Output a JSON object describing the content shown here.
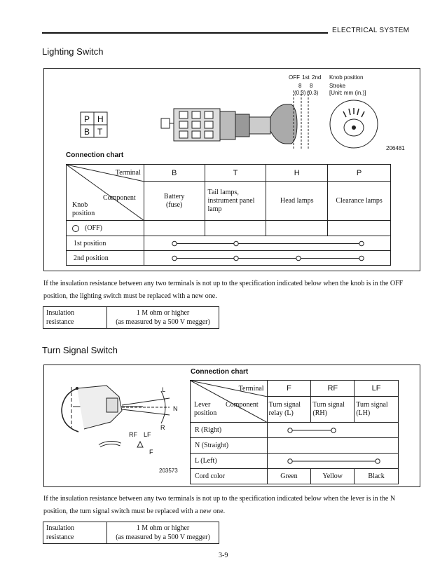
{
  "header": {
    "section": "ELECTRICAL SYSTEM"
  },
  "lighting": {
    "title": "Lighting Switch",
    "figure": {
      "terminal_grid": [
        "P",
        "H",
        "B",
        "T"
      ],
      "positions_label": [
        "OFF",
        "1st",
        "2nd"
      ],
      "knob_label": "Knob position",
      "stroke_values": [
        "8",
        "8"
      ],
      "stroke_values_in": [
        "(0.3)",
        "(0.3)"
      ],
      "stroke_label": "Stroke",
      "unit_label": "[Unit:  mm (in.)]",
      "fig_number": "206481"
    },
    "chart": {
      "title": "Connection chart",
      "corner": {
        "terminal": "Terminal",
        "component": "Component",
        "knob": "Knob",
        "position": "position"
      },
      "terminals": [
        "B",
        "T",
        "H",
        "P"
      ],
      "components": [
        "Battery\n(fuse)",
        "Tail lamps,\ninstrument panel\nlamp",
        "Head lamps",
        "Clearance lamps"
      ],
      "rows": [
        {
          "label": "(OFF)",
          "connections": []
        },
        {
          "label": "1st position",
          "connections": [
            "B",
            "T",
            "P"
          ]
        },
        {
          "label": "2nd position",
          "connections": [
            "B",
            "T",
            "H",
            "P"
          ]
        }
      ]
    },
    "note": "If the insulation resistance between any two terminals is not up to the specification indicated below when the knob is in the OFF position, the lighting switch must be replaced with a new one.",
    "insulation": {
      "label": "Insulation\nresistance",
      "value": "1 M ohm or higher\n(as measured by a 500 V megger)"
    }
  },
  "turn": {
    "title": "Turn Signal Switch",
    "figure": {
      "L": "L",
      "N": "N",
      "R": "R",
      "RF": "RF",
      "LF": "LF",
      "F": "F",
      "fig_number": "203573"
    },
    "chart": {
      "title": "Connection chart",
      "corner": {
        "terminal": "Terminal",
        "component": "Component",
        "lever": "Lever",
        "position": "position"
      },
      "terminals": [
        "F",
        "RF",
        "LF"
      ],
      "components": [
        "Turn signal\nrelay (L)",
        "Turn signal\n(RH)",
        "Turn signal\n(LH)"
      ],
      "rows": [
        {
          "label": "R (Right)",
          "connections": [
            "F",
            "RF"
          ]
        },
        {
          "label": "N (Straight)",
          "connections": []
        },
        {
          "label": "L (Left)",
          "connections": [
            "F",
            "LF"
          ]
        }
      ],
      "cord_label": "Cord color",
      "cord_colors": [
        "Green",
        "Yellow",
        "Black"
      ]
    },
    "note": "If the insulation resistance between any two terminals is not up to the specification indicated below when the lever is in the N position, the turn signal switch must be replaced with a new one.",
    "insulation": {
      "label": "Insulation\nresistance",
      "value": "1 M ohm or higher\n(as measured by a 500 V megger)"
    }
  },
  "page_number": "3-9"
}
